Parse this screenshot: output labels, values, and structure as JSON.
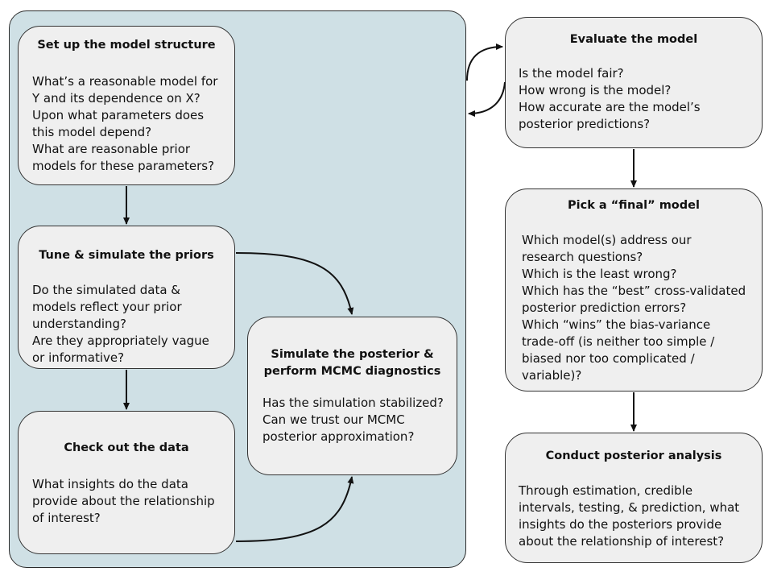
{
  "setup": {
    "title": "Set up the model structure",
    "lines": [
      "What’s a reasonable model for",
      "Y and its dependence on X?",
      "Upon what parameters does",
      "this model depend?",
      "What are reasonable prior",
      "models for these parameters?"
    ]
  },
  "tune": {
    "title": "Tune & simulate the priors",
    "lines": [
      "Do the simulated data &",
      "models reflect your prior",
      "understanding?",
      "Are they appropriately vague",
      "or informative?"
    ]
  },
  "check": {
    "title": "Check out the data",
    "lines": [
      "What insights do the data",
      "provide about the relationship",
      "of interest?"
    ]
  },
  "simulate": {
    "title_lines": [
      "Simulate the posterior &",
      "perform MCMC diagnostics"
    ],
    "lines": [
      "Has the simulation stabilized?",
      "Can we trust our MCMC",
      "posterior approximation?"
    ]
  },
  "evaluate": {
    "title": "Evaluate the model",
    "lines": [
      "Is the model fair?",
      "How wrong is the model?",
      "How accurate are the model’s",
      "posterior predictions?"
    ]
  },
  "pick": {
    "title": "Pick a “final” model",
    "lines": [
      "Which model(s) address our",
      "research questions?",
      "Which is the least wrong?",
      "Which has the “best” cross-validated",
      "posterior prediction errors?",
      "Which “wins” the bias-variance",
      "trade-off (is neither too simple /",
      "biased nor too complicated /",
      "variable)?"
    ]
  },
  "conduct": {
    "title": "Conduct posterior analysis",
    "lines": [
      "Through estimation, credible",
      "intervals, testing, & prediction, what",
      "insights do the posteriors provide",
      "about the relationship of interest?"
    ]
  }
}
